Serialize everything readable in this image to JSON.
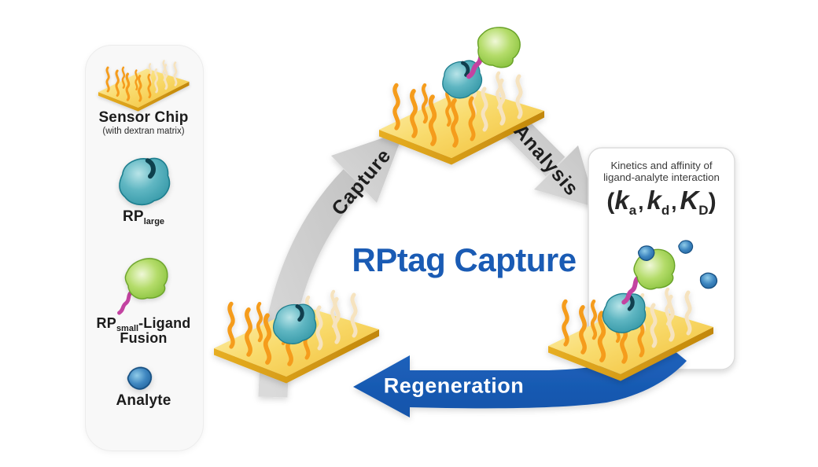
{
  "legend": {
    "sensor_chip": {
      "label": "Sensor Chip",
      "note": "(with dextran matrix)"
    },
    "rp_large": {
      "base": "RP",
      "sub": "large"
    },
    "rp_fusion": {
      "base": "RP",
      "sub": "small",
      "suffix": "-Ligand",
      "line2": "Fusion"
    },
    "analyte": {
      "label": "Analyte"
    }
  },
  "cycle": {
    "title": "RPtag Capture",
    "steps": {
      "capture": "Capture",
      "analysis": "Analysis",
      "regeneration": "Regeneration"
    }
  },
  "results_box": {
    "line1": "Kinetics and affinity of",
    "line2": "ligand-analyte interaction",
    "formula": {
      "open": "(",
      "k1": "k",
      "k1_sub": "a",
      "sep1": ",",
      "k2": "k",
      "k2_sub": "d",
      "sep2": ",",
      "k3": "K",
      "k3_sub": "D",
      "close": ")"
    }
  },
  "colors": {
    "title_blue": "#1a5bb4",
    "regeneration_arrow_blue": "#1a5eb8",
    "step_arrow_gray": "#cccccc",
    "sensor_chip_gold": "#f6c94b",
    "dextran_orange": "#f59c1c",
    "rp_large_teal": "#4faebc",
    "rp_small_green": "#8cc63f",
    "ligand_tail_magenta": "#c343a1",
    "analyte_blue": "#2c77b4"
  }
}
